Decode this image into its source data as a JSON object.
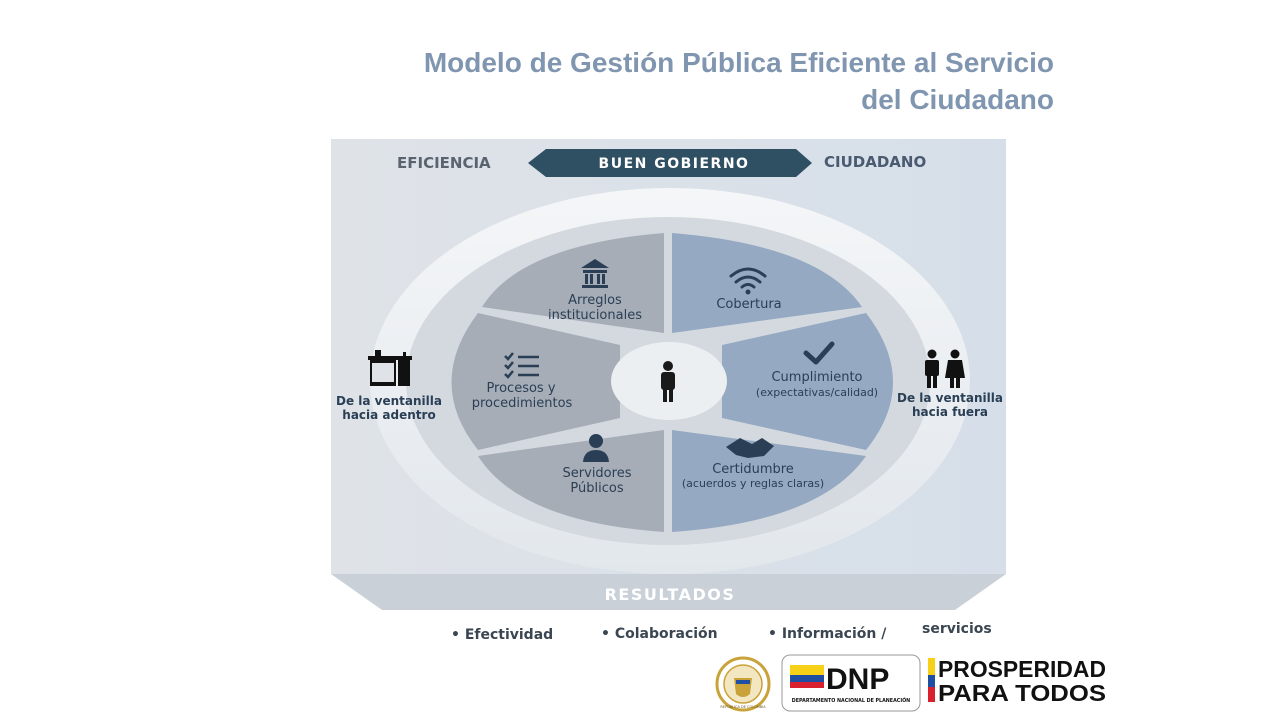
{
  "title": {
    "line1": "Modelo de Gestión Pública Eficiente al Servicio",
    "line2": "del Ciudadano"
  },
  "diagram": {
    "header": {
      "left": "EFICIENCIA",
      "center": "BUEN GOBIERNO",
      "right": "CIUDADANO"
    },
    "left_segments": [
      {
        "label_lines": [
          "Arreglos",
          "institucionales"
        ],
        "icon": "bank-icon"
      },
      {
        "label_lines": [
          "Procesos y",
          "procedimientos"
        ],
        "icon": "checklist-icon"
      },
      {
        "label_lines": [
          "Servidores",
          "Públicos"
        ],
        "icon": "public-servant-icon"
      }
    ],
    "right_segments": [
      {
        "label_lines": [
          "Cobertura"
        ],
        "icon": "wifi-icon"
      },
      {
        "label_lines": [
          "Cumplimiento",
          "(expectativas/calidad)"
        ],
        "icon": "checkmark-icon"
      },
      {
        "label_lines": [
          "Certidumbre",
          "(acuerdos y reglas claras)"
        ],
        "icon": "handshake-icon"
      }
    ],
    "center_icon": "person-icon",
    "side_left": {
      "label_lines": [
        "De la ventanilla",
        "hacia adentro"
      ],
      "icon": "desk-icon"
    },
    "side_right": {
      "label_lines": [
        "De la ventanilla",
        "hacia fuera"
      ],
      "icon": "citizens-icon"
    },
    "results": {
      "title": "RESULTADOS",
      "items": [
        "• Efectividad",
        "• Colaboración",
        "• Información /"
      ],
      "item_extra": "servicios"
    }
  },
  "logos": {
    "seal_text": "REPÚBLICA DE COLOMBIA",
    "dnp": "DNP",
    "dnp_sub": "DEPARTAMENTO NACIONAL DE PLANEACIÓN",
    "prosperidad_line1": "PROSPERIDAD",
    "prosperidad_line2": "PARA TODOS"
  },
  "colors": {
    "title": "#8096b0",
    "banner": "#2f4f63",
    "left_segment": "#a6adb7",
    "right_segment": "#95a9c2",
    "icon_dark": "#2a3f55",
    "flag_yellow": "#f7d117",
    "flag_blue": "#1f4fa3",
    "flag_red": "#d8202f"
  }
}
